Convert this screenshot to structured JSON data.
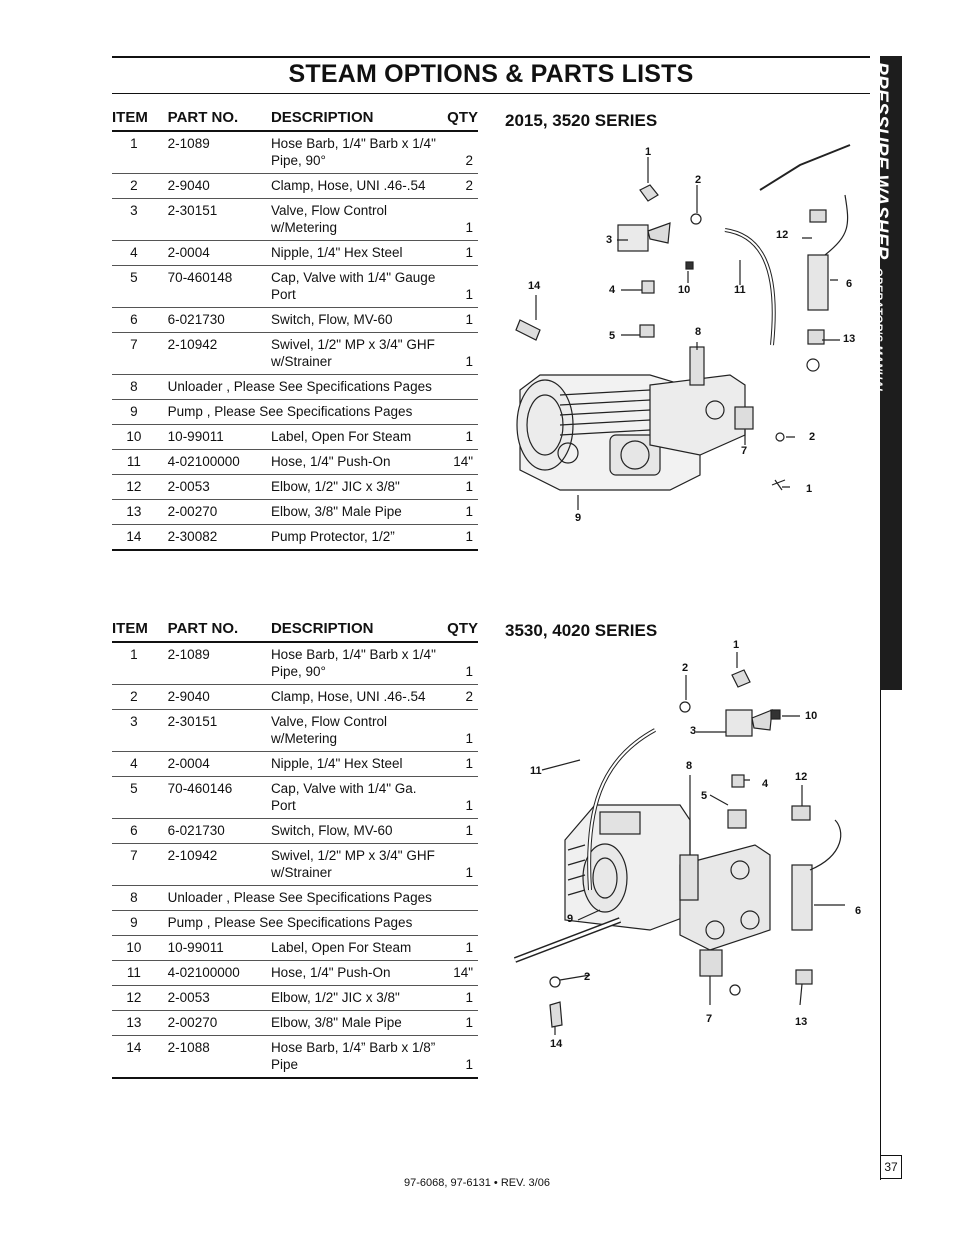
{
  "page": {
    "title": "STEAM OPTIONS & PARTS LISTS",
    "side_tab_main": "PRESSURE WASHER",
    "side_tab_sub": "OPERATOR'S MANUAL",
    "page_number": "37",
    "footer": "97-6068, 97-6131 • REV. 3/06"
  },
  "table_headers": {
    "item": "ITEM",
    "part": "PART NO.",
    "desc": "DESCRIPTION",
    "qty": "QTY"
  },
  "section1": {
    "series_title": "2015, 3520 SERIES",
    "rows": [
      {
        "item": "1",
        "part": "2-1089",
        "desc": "Hose Barb, 1/4\" Barb x 1/4\" Pipe, 90°",
        "qty": "2"
      },
      {
        "item": "2",
        "part": "2-9040",
        "desc": "Clamp, Hose, UNI .46-.54",
        "qty": "2"
      },
      {
        "item": "3",
        "part": "2-30151",
        "desc": "Valve, Flow Control w/Metering",
        "qty": "1"
      },
      {
        "item": "4",
        "part": "2-0004",
        "desc": "Nipple, 1/4\" Hex Steel",
        "qty": "1"
      },
      {
        "item": "5",
        "part": "70-460148",
        "desc": "Cap, Valve with 1/4\" Gauge Port",
        "qty": "1"
      },
      {
        "item": "6",
        "part": "6-021730",
        "desc": "Switch, Flow, MV-60",
        "qty": "1"
      },
      {
        "item": "7",
        "part": "2-10942",
        "desc": "Swivel, 1/2\" MP x 3/4\" GHF w/Strainer",
        "qty": "1"
      },
      {
        "item": "8",
        "part": "Unloader , Please See Specifications Pages",
        "desc": "",
        "qty": ""
      },
      {
        "item": "9",
        "part": "Pump , Please See Specifications Pages",
        "desc": "",
        "qty": ""
      },
      {
        "item": "10",
        "part": "10-99011",
        "desc": "Label, Open For Steam",
        "qty": "1"
      },
      {
        "item": "11",
        "part": "4-02100000",
        "desc": "Hose, 1/4\" Push-On",
        "qty": "14\""
      },
      {
        "item": "12",
        "part": "2-0053",
        "desc": "Elbow, 1/2\" JIC x 3/8\"",
        "qty": "1"
      },
      {
        "item": "13",
        "part": "2-00270",
        "desc": "Elbow, 3/8\" Male Pipe",
        "qty": "1"
      },
      {
        "item": "14",
        "part": "2-30082",
        "desc": "Pump Protector, 1/2”",
        "qty": "1"
      }
    ],
    "callouts": [
      "1",
      "2",
      "3",
      "4",
      "10",
      "11",
      "12",
      "6",
      "14",
      "5",
      "8",
      "13",
      "7",
      "2",
      "1",
      "9"
    ]
  },
  "section2": {
    "series_title": "3530, 4020 SERIES",
    "rows": [
      {
        "item": "1",
        "part": "2-1089",
        "desc": "Hose Barb, 1/4\" Barb x 1/4\" Pipe, 90°",
        "qty": "1"
      },
      {
        "item": "2",
        "part": "2-9040",
        "desc": "Clamp, Hose, UNI .46-.54",
        "qty": "2"
      },
      {
        "item": "3",
        "part": "2-30151",
        "desc": "Valve, Flow Control w/Metering",
        "qty": "1"
      },
      {
        "item": "4",
        "part": "2-0004",
        "desc": "Nipple, 1/4\" Hex Steel",
        "qty": "1"
      },
      {
        "item": "5",
        "part": "70-460146",
        "desc": "Cap, Valve with 1/4\" Ga. Port",
        "qty": "1"
      },
      {
        "item": "6",
        "part": "6-021730",
        "desc": "Switch, Flow, MV-60",
        "qty": "1"
      },
      {
        "item": "7",
        "part": "2-10942",
        "desc": "Swivel, 1/2\" MP x 3/4\" GHF w/Strainer",
        "qty": "1"
      },
      {
        "item": "8",
        "part": "Unloader , Please See Specifications Pages",
        "desc": "",
        "qty": ""
      },
      {
        "item": "9",
        "part": "Pump , Please See Specifications Pages",
        "desc": "",
        "qty": ""
      },
      {
        "item": "10",
        "part": "10-99011",
        "desc": "Label, Open For Steam",
        "qty": "1"
      },
      {
        "item": "11",
        "part": "4-02100000",
        "desc": "Hose, 1/4\" Push-On",
        "qty": "14\""
      },
      {
        "item": "12",
        "part": "2-0053",
        "desc": "Elbow, 1/2\" JIC x 3/8\"",
        "qty": "1"
      },
      {
        "item": "13",
        "part": "2-00270",
        "desc": "Elbow, 3/8\" Male Pipe",
        "qty": "1"
      },
      {
        "item": "14",
        "part": "2-1088",
        "desc": "Hose Barb, 1/4” Barb x 1/8” Pipe",
        "qty": "1"
      }
    ],
    "callouts": [
      "1",
      "2",
      "10",
      "3",
      "11",
      "8",
      "4",
      "12",
      "5",
      "6",
      "9",
      "2",
      "7",
      "13",
      "14"
    ]
  }
}
